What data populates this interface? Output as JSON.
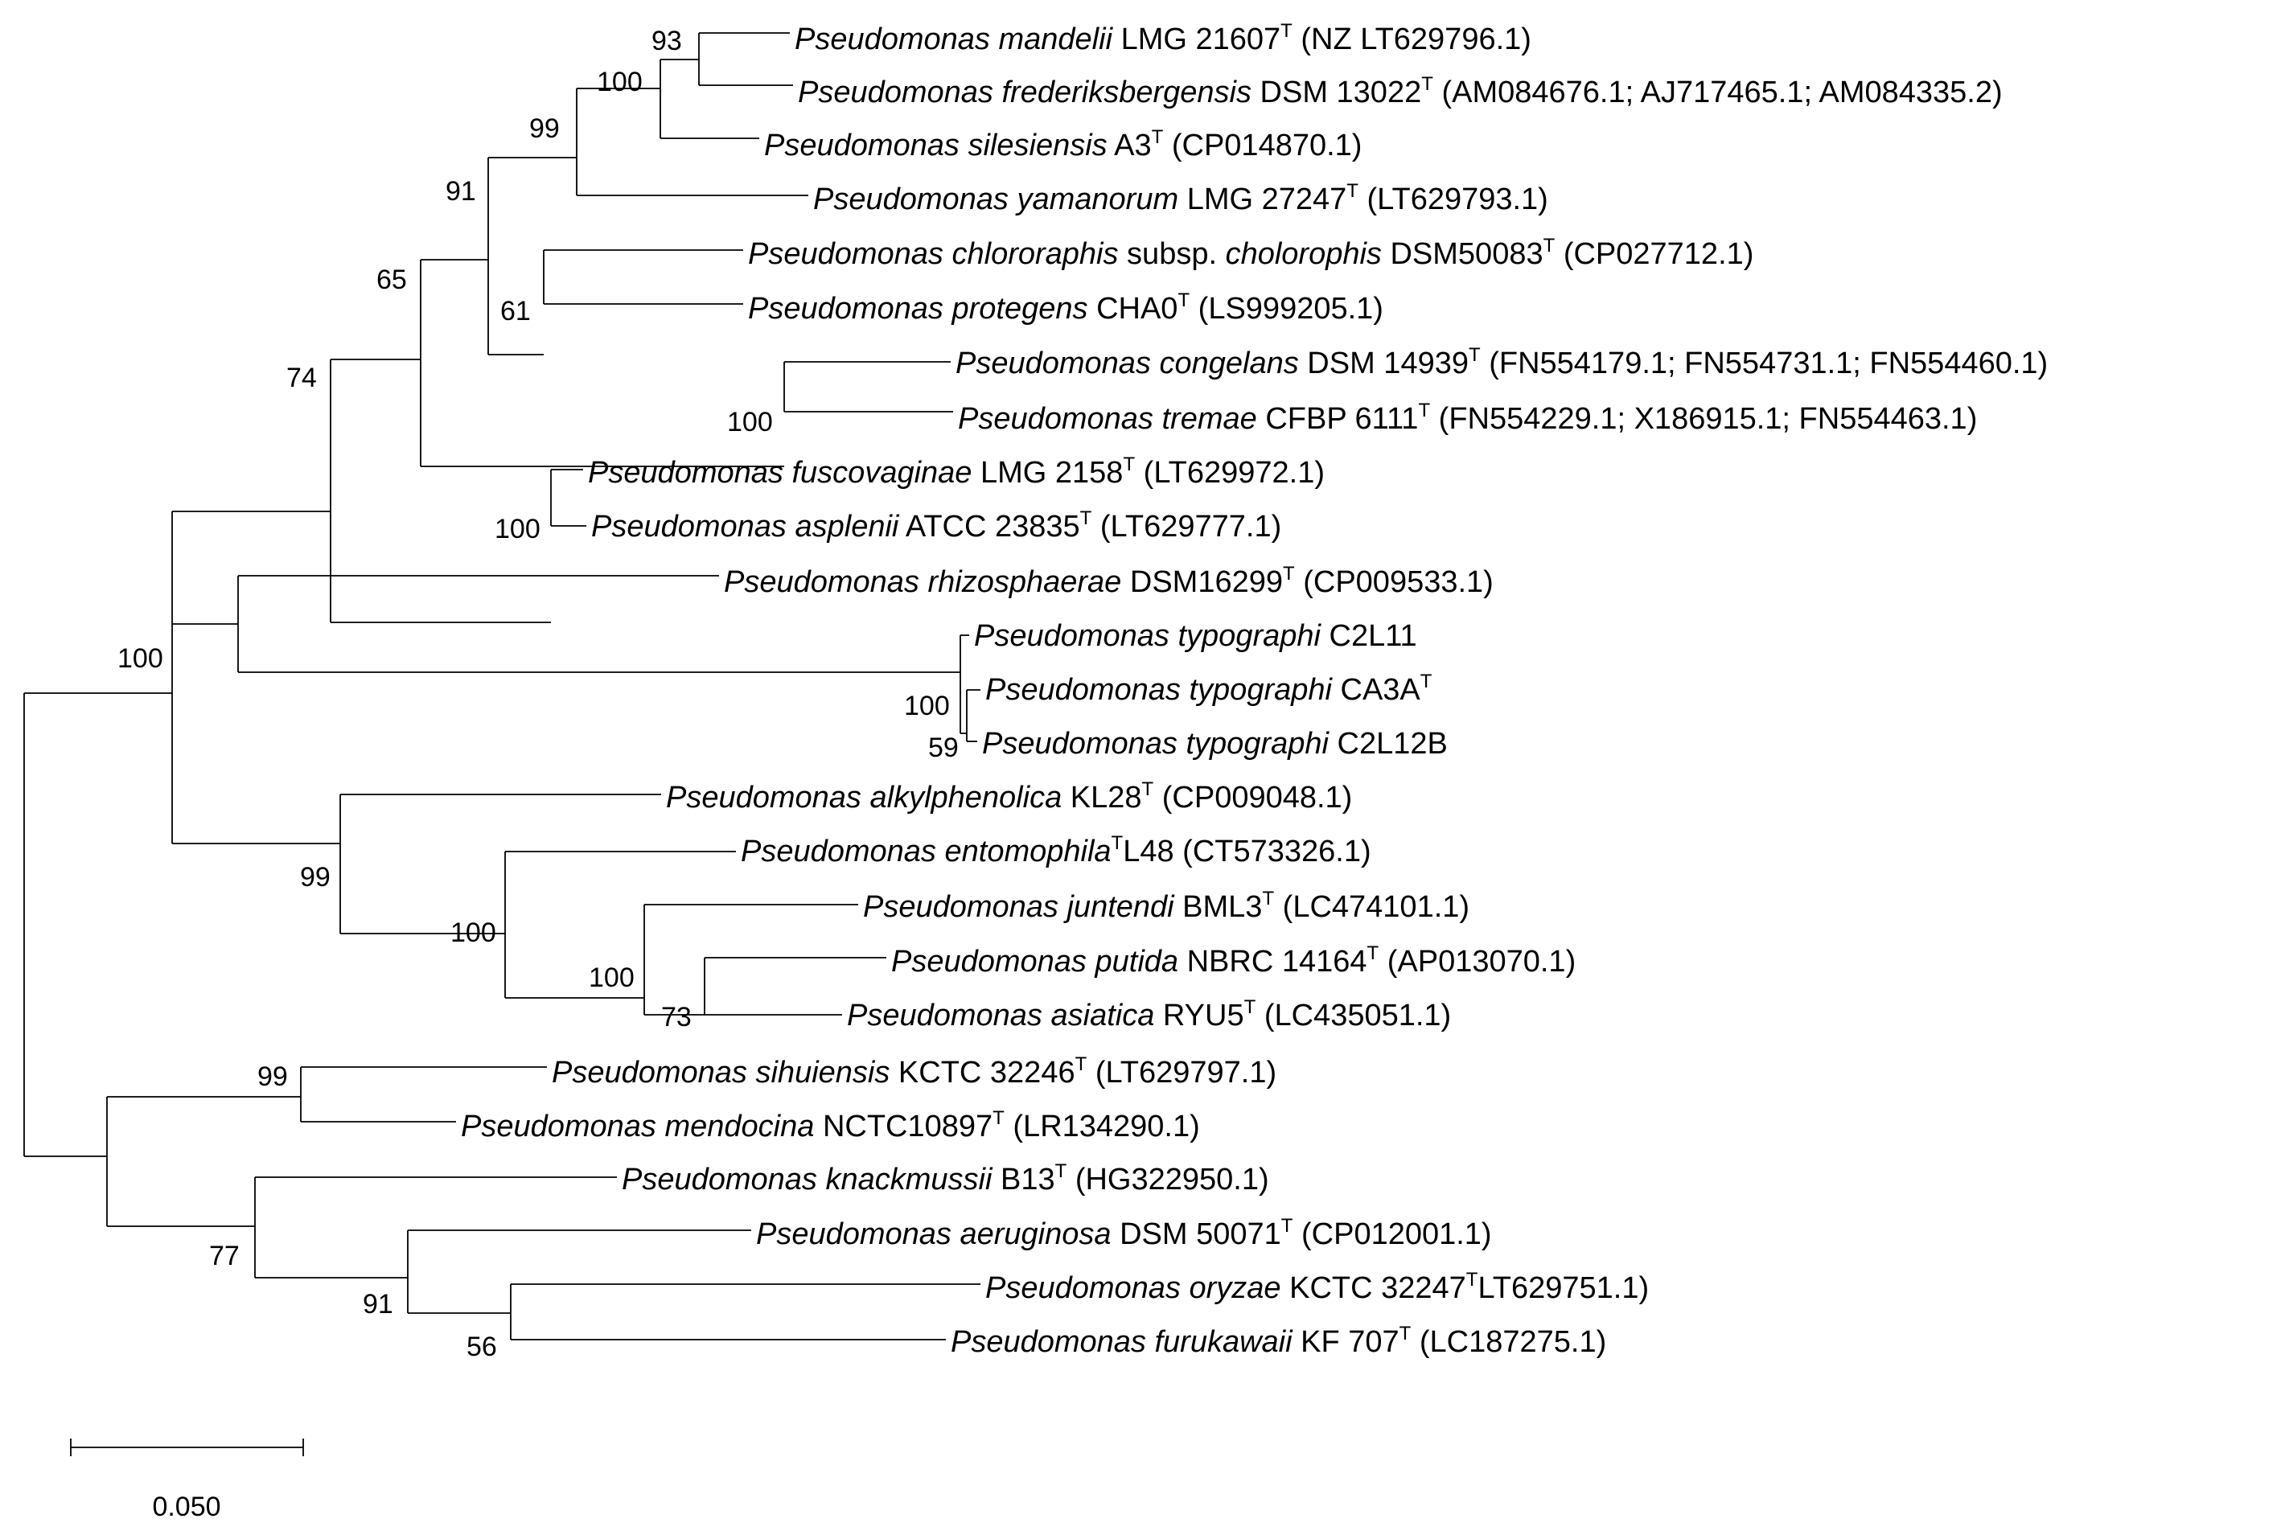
{
  "taxa": [
    {
      "id": "mandelii",
      "parts": [
        {
          "t": "Pseudomonas mandelii",
          "i": true
        },
        {
          "t": " LMG 21607"
        },
        {
          "t": "T",
          "sup": true
        },
        {
          "t": " (NZ LT629796.1)"
        }
      ]
    },
    {
      "id": "frederiksbergensis",
      "parts": [
        {
          "t": "Pseudomonas frederiksbergensis",
          "i": true
        },
        {
          "t": " DSM 13022"
        },
        {
          "t": "T",
          "sup": true
        },
        {
          "t": " (AM084676.1; AJ717465.1; AM084335.2)"
        }
      ]
    },
    {
      "id": "silesiensis",
      "parts": [
        {
          "t": "Pseudomonas silesiensis",
          "i": true
        },
        {
          "t": " A3"
        },
        {
          "t": "T",
          "sup": true
        },
        {
          "t": " (CP014870.1)"
        }
      ]
    },
    {
      "id": "yamanorum",
      "parts": [
        {
          "t": "Pseudomonas yamanorum",
          "i": true
        },
        {
          "t": " LMG 27247"
        },
        {
          "t": "T",
          "sup": true
        },
        {
          "t": " (LT629793.1)"
        }
      ]
    },
    {
      "id": "chlororaphis",
      "parts": [
        {
          "t": "Pseudomonas chlororaphis",
          "i": true
        },
        {
          "t": " subsp. "
        },
        {
          "t": "cholorophis",
          "i": true
        },
        {
          "t": " DSM50083"
        },
        {
          "t": "T",
          "sup": true
        },
        {
          "t": " (CP027712.1)"
        }
      ]
    },
    {
      "id": "protegens",
      "parts": [
        {
          "t": "Pseudomonas protegens",
          "i": true
        },
        {
          "t": " CHA0"
        },
        {
          "t": "T",
          "sup": true
        },
        {
          "t": " (LS999205.1)"
        }
      ]
    },
    {
      "id": "congelans",
      "parts": [
        {
          "t": "Pseudomonas congelans",
          "i": true
        },
        {
          "t": " DSM 14939"
        },
        {
          "t": "T",
          "sup": true
        },
        {
          "t": " (FN554179.1; FN554731.1; FN554460.1)"
        }
      ]
    },
    {
      "id": "tremae",
      "parts": [
        {
          "t": "Pseudomonas tremae",
          "i": true
        },
        {
          "t": " CFBP 6111"
        },
        {
          "t": "T",
          "sup": true
        },
        {
          "t": " (FN554229.1; X186915.1; FN554463.1)"
        }
      ]
    },
    {
      "id": "fuscovaginae",
      "parts": [
        {
          "t": "Pseudomonas fuscovaginae",
          "i": true
        },
        {
          "t": " LMG 2158"
        },
        {
          "t": "T",
          "sup": true
        },
        {
          "t": " (LT629972.1)"
        }
      ]
    },
    {
      "id": "asplenii",
      "parts": [
        {
          "t": "Pseudomonas asplenii",
          "i": true
        },
        {
          "t": " ATCC 23835"
        },
        {
          "t": "T",
          "sup": true
        },
        {
          "t": " (LT629777.1)"
        }
      ]
    },
    {
      "id": "rhizosphaerae",
      "parts": [
        {
          "t": "Pseudomonas rhizosphaerae",
          "i": true
        },
        {
          "t": " DSM16299"
        },
        {
          "t": "T",
          "sup": true
        },
        {
          "t": " (CP009533.1)"
        }
      ]
    },
    {
      "id": "typographi-c2l11",
      "parts": [
        {
          "t": "Pseudomonas typographi",
          "i": true
        },
        {
          "t": " C2L11"
        }
      ]
    },
    {
      "id": "typographi-ca3a",
      "parts": [
        {
          "t": "Pseudomonas typographi",
          "i": true
        },
        {
          "t": " CA3A"
        },
        {
          "t": "T",
          "sup": true
        }
      ]
    },
    {
      "id": "typographi-c2l12b",
      "parts": [
        {
          "t": "Pseudomonas typographi",
          "i": true
        },
        {
          "t": " C2L12B"
        }
      ]
    },
    {
      "id": "alkylphenolica",
      "parts": [
        {
          "t": "Pseudomonas alkylphenolica",
          "i": true
        },
        {
          "t": " KL28"
        },
        {
          "t": "T",
          "sup": true
        },
        {
          "t": " (CP009048.1)"
        }
      ]
    },
    {
      "id": "entomophila",
      "parts": [
        {
          "t": "Pseudomonas entomophila",
          "i": true
        },
        {
          "t": "T",
          "sup": true
        },
        {
          "t": "L48 (CT573326.1)"
        }
      ]
    },
    {
      "id": "juntendi",
      "parts": [
        {
          "t": "Pseudomonas juntendi",
          "i": true
        },
        {
          "t": " BML3"
        },
        {
          "t": "T",
          "sup": true
        },
        {
          "t": " (LC474101.1)"
        }
      ]
    },
    {
      "id": "putida",
      "parts": [
        {
          "t": "Pseudomonas putida",
          "i": true
        },
        {
          "t": " NBRC 14164"
        },
        {
          "t": "T",
          "sup": true
        },
        {
          "t": " (AP013070.1)"
        }
      ]
    },
    {
      "id": "asiatica",
      "parts": [
        {
          "t": "Pseudomonas asiatica",
          "i": true
        },
        {
          "t": " RYU5"
        },
        {
          "t": "T",
          "sup": true
        },
        {
          "t": " (LC435051.1)"
        }
      ]
    },
    {
      "id": "sihuiensis",
      "parts": [
        {
          "t": "Pseudomonas sihuiensis",
          "i": true
        },
        {
          "t": " KCTC 32246"
        },
        {
          "t": "T",
          "sup": true
        },
        {
          "t": " (LT629797.1)"
        }
      ]
    },
    {
      "id": "mendocina",
      "parts": [
        {
          "t": "Pseudomonas mendocina",
          "i": true
        },
        {
          "t": " NCTC10897"
        },
        {
          "t": "T",
          "sup": true
        },
        {
          "t": " (LR134290.1)"
        }
      ]
    },
    {
      "id": "knackmussii",
      "parts": [
        {
          "t": "Pseudomonas knackmussii",
          "i": true
        },
        {
          "t": " B13"
        },
        {
          "t": "T",
          "sup": true
        },
        {
          "t": " (HG322950.1)"
        }
      ]
    },
    {
      "id": "aeruginosa",
      "parts": [
        {
          "t": "Pseudomonas aeruginosa",
          "i": true
        },
        {
          "t": " DSM 50071"
        },
        {
          "t": "T",
          "sup": true
        },
        {
          "t": " (CP012001.1)"
        }
      ]
    },
    {
      "id": "oryzae",
      "parts": [
        {
          "t": "Pseudomonas oryzae",
          "i": true
        },
        {
          "t": " KCTC 32247"
        },
        {
          "t": "T",
          "sup": true
        },
        {
          "t": "LT629751.1)"
        }
      ]
    },
    {
      "id": "furukawaii",
      "parts": [
        {
          "t": "Pseudomonas furukawaii",
          "i": true
        },
        {
          "t": " KF 707"
        },
        {
          "t": "T",
          "sup": true
        },
        {
          "t": " (LC187275.1)"
        }
      ]
    }
  ],
  "bootstrap": {
    "mandelii_frederiksbergensis": "93",
    "silesiensis_clade": "100",
    "yamanorum_clade": "99",
    "chlororaphis_protegens": "61",
    "fluorescens_core": "91",
    "congelans_tremae": "100",
    "fluorescens_with_syringae": "65",
    "fuscovaginae_asplenii": "100",
    "fluorescens_lineage": "74",
    "typographi_ca3a_c2l12b": "59",
    "typographi_group": "100",
    "putida_asiatica": "73",
    "juntendi_clade": "100",
    "entomophila_clade": "100",
    "putida_group": "99",
    "upper_lineage": "100",
    "sihuiensis_mendocina": "99",
    "oryzae_furukawaii": "56",
    "aeruginosa_clade": "91",
    "aeruginosa_group": "77"
  },
  "scale_bar": {
    "value": 0.05,
    "label": "0.050"
  }
}
